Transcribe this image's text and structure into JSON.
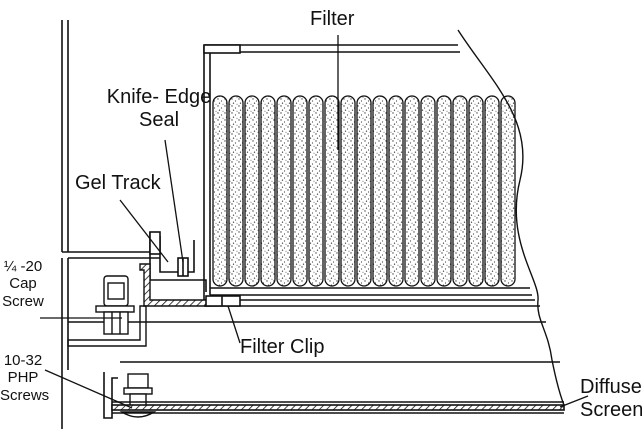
{
  "labels": {
    "filter": "Filter",
    "knife_edge_seal_line1": "Knife- Edge",
    "knife_edge_seal_line2": "Seal",
    "gel_track": "Gel Track",
    "cap_screw_line1": "¼ -20",
    "cap_screw_line2": "Cap",
    "cap_screw_line3": "Screw",
    "filter_clip": "Filter Clip",
    "php_screws_line1": "10-32",
    "php_screws_line2": "PHP",
    "php_screws_line3": "Screws",
    "diffuser_screen_line1": "Diffuser",
    "diffuser_screen_line2": "Screen"
  },
  "colors": {
    "line": "#111111",
    "stipple": "#555555",
    "background": "#ffffff"
  }
}
